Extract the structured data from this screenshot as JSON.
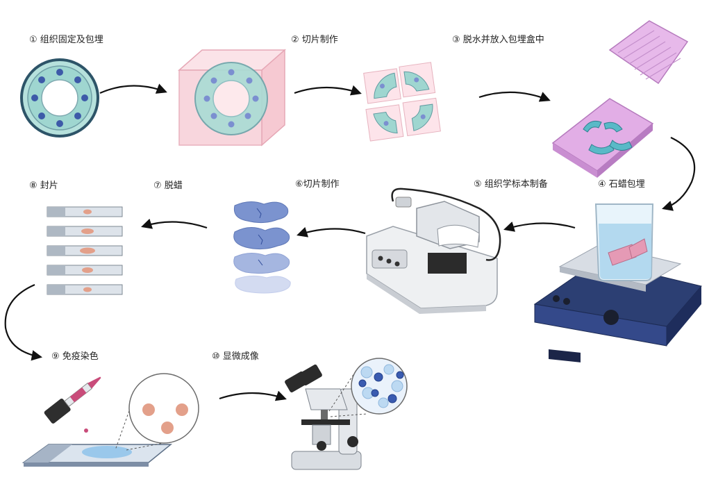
{
  "steps": [
    {
      "num": "①",
      "text": "组织固定及包埋",
      "icon": "tissue-ring-icon"
    },
    {
      "num": "②",
      "text": "切片制作",
      "icon": "embedding-cube-icon"
    },
    {
      "num": "③",
      "text": "脱水并放入包埋盒中",
      "icon": "tissue-cassette-icon"
    },
    {
      "num": "④",
      "text": "石蜡包埋",
      "icon": "beaker-hotplate-icon"
    },
    {
      "num": "⑤",
      "text": "组织学标本制备",
      "icon": "microtome-icon"
    },
    {
      "num": "⑥",
      "text": "切片制作",
      "icon": "paraffin-sections-icon"
    },
    {
      "num": "⑦",
      "text": "脱蜡",
      "icon": ""
    },
    {
      "num": "⑧",
      "text": "封片",
      "icon": "glass-slides-icon"
    },
    {
      "num": "⑨",
      "text": "免疫染色",
      "icon": "dropper-slide-icon"
    },
    {
      "num": "⑩",
      "text": "显微成像",
      "icon": "microscope-icon"
    }
  ],
  "colors": {
    "teal": "#9fd6d0",
    "navy_dot": "#3d5aa8",
    "cube_pink": "#f8d2da",
    "cassette_purple": "#d9a3de",
    "water_blue": "#b9ddf0",
    "hotplate_navy": "#2c3f73",
    "section_blue": "#7b93cf",
    "tissue_pink": "#e3a08a",
    "arrow": "#111111"
  }
}
